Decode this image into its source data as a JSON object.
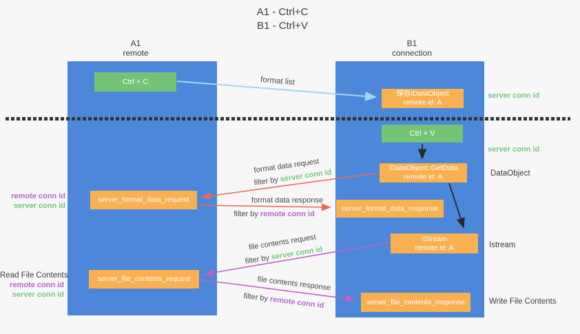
{
  "title": {
    "line1": "A1 - Ctrl+C",
    "line2": "B1 - Ctrl+V"
  },
  "columns": {
    "a": {
      "name": "A1",
      "role": "remote"
    },
    "b": {
      "name": "B1",
      "role": "connection"
    }
  },
  "boxes": {
    "ctrl_c": {
      "label": "Ctrl + C"
    },
    "save_dataobject": {
      "line1": "保存IDataObject",
      "line2": "remote id: A"
    },
    "ctrl_v": {
      "label": "Ctrl + V"
    },
    "getdata": {
      "line1": "IDataObject::GetData",
      "line2": "remote id: A"
    },
    "format_request": {
      "label": "server_format_data_request"
    },
    "format_response": {
      "label": "server_format_data_response"
    },
    "istream": {
      "line1": "IStream",
      "line2": "remote id: A"
    },
    "file_request": {
      "label": "server_file_contents_request"
    },
    "file_response": {
      "label": "server_file_contents_response"
    }
  },
  "flow_labels": {
    "format_list": "format list",
    "format_data_request": "format data request",
    "format_data_response": "format data response",
    "file_contents_request": "file contents request",
    "file_contents_response": "file contents response",
    "filter_by": "filter by ",
    "server_conn_id": "server conn id",
    "remote_conn_id": "remote conn id"
  },
  "side_labels": {
    "right_top_server_conn_id": "server conn id",
    "right_mid_server_conn_id": "server conn id",
    "dataobject": "DataObject",
    "istream": "Istream",
    "write_file_contents": "Write File Contents",
    "read_file_contents": "Read File Contents",
    "left_mid_remote": "remote conn id",
    "left_mid_server": "server conn id",
    "left_bottom_remote": "remote conn id",
    "left_bottom_server": "server conn id"
  },
  "colors": {
    "column_blue": "#4c87d9",
    "box_green": "#74c276",
    "box_orange": "#f9b050",
    "arrow_light_blue": "#a6d5f2",
    "arrow_black": "#2a2a2a",
    "arrow_red": "#e96b5f",
    "arrow_magenta": "#c162c4",
    "label_green": "#77c77d",
    "label_purple": "#b768c9",
    "text_dark": "#3d3d3d"
  }
}
